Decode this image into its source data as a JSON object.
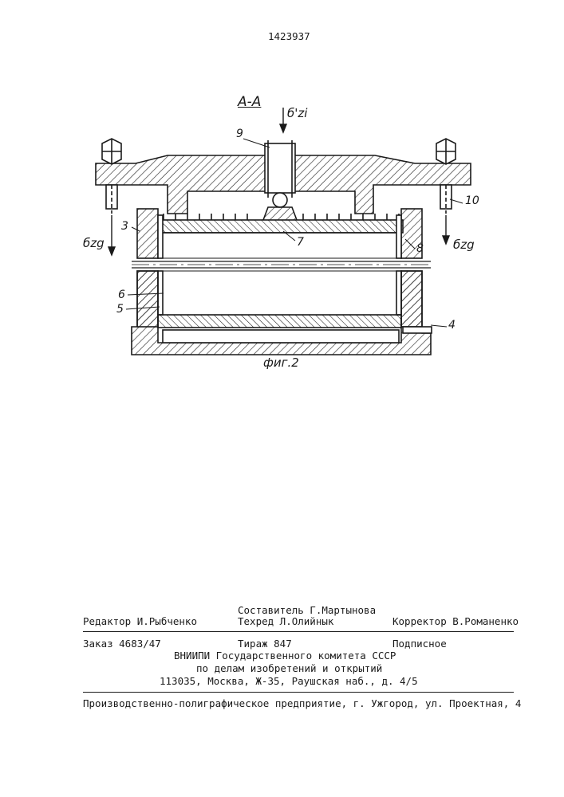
{
  "page_number": "1423937",
  "figure": {
    "section_label": "A-A",
    "caption": "фиг.2",
    "stress_top": "б'zi",
    "stress_side_left": "бzg",
    "stress_side_right": "бzg",
    "callouts": {
      "c3": "3",
      "c4": "4",
      "c5": "5",
      "c6": "6",
      "c7": "7",
      "c8": "8",
      "c9": "9",
      "c10": "10"
    }
  },
  "imprint": {
    "compiler": "Составитель Г.Мартынова",
    "editor": "Редактор И.Рыбченко",
    "techred": "Техред Л.Олийнык",
    "corrector": "Корректор В.Романенко",
    "order": "Заказ 4683/47",
    "circulation": "Тираж 847",
    "subscription": "Подписное",
    "org_line1": "ВНИИПИ Государственного комитета СССР",
    "org_line2": "по делам изобретений и открытий",
    "org_line3": "113035, Москва, Ж-35, Раушская наб., д. 4/5",
    "printer": "Производственно-полиграфическое предприятие, г. Ужгород, ул. Проектная, 4"
  }
}
